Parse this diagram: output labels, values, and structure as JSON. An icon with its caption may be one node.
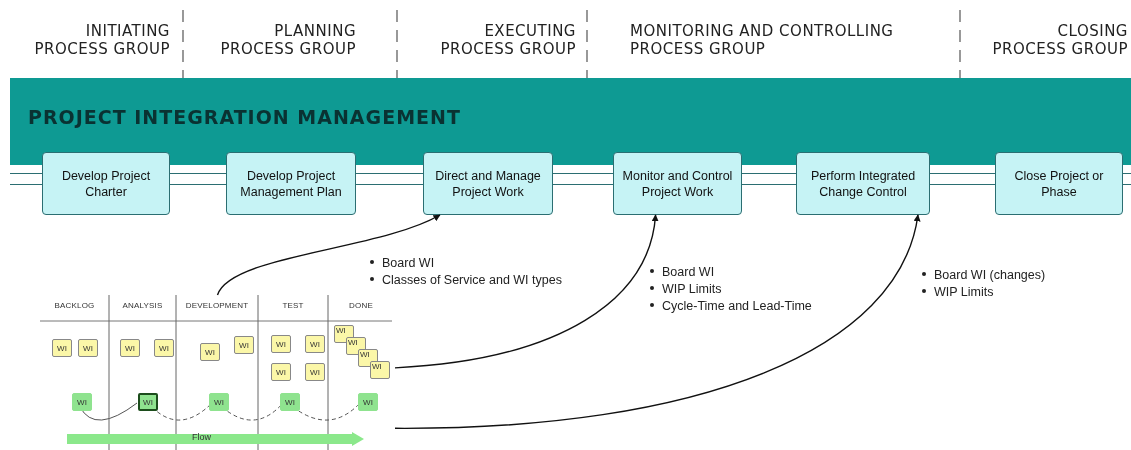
{
  "diagram": {
    "nodes": [
      {
        "text": [
          "PROJECT INTEGRATION MANAGEMENT"
        ]
      },
      {
        "text": [
          "Develop Project Charter"
        ],
        "in": 0
      },
      {
        "text": [
          "Develop Project Management Plan"
        ],
        "in": 0
      },
      {
        "text": [
          "Direct and Manage Project Work"
        ],
        "in": 0
      },
      {
        "text": [
          "Monitor and Control Project Work"
        ],
        "in": 0
      },
      {
        "text": [
          "Perform Integrated Change Control"
        ],
        "in": 0
      },
      {
        "text": [
          "Close Project or Phase"
        ],
        "in": 0
      },
      {
        "text": [],
        "shape": "picture"
      }
    ],
    "edges": [
      {
        "from": 7,
        "to": 3,
        "arrow": "to"
      },
      {
        "from": 7,
        "to": 4,
        "arrow": "to"
      },
      {
        "from": 7,
        "to": 5,
        "arrow": "to"
      }
    ],
    "labels": [
      "INITIATING PROCESS GROUP",
      "PLANNING PROCESS GROUP",
      "EXECUTING PROCESS GROUP",
      "MONITORING AND CONTROLLING PROCESS GROUP",
      "CLOSING PROCESS GROUP",
      "Board WI",
      "Classes of Service and WI types",
      "Board WI",
      "WIP Limits",
      "Cycle-Time and Lead-Time",
      "Board WI (changes)",
      "WIP Limits",
      "BACKLOG",
      "ANALYSIS",
      "DEVELOPMENT",
      "TEST",
      "DONE",
      "WI",
      "WI",
      "WI",
      "WI",
      "WI",
      "WI",
      "WI",
      "WI",
      "WI",
      "WI",
      "WI",
      "WI",
      "WI",
      "WI",
      "WI",
      "WI",
      "WI",
      "WI",
      "WI",
      "Flow"
    ]
  }
}
